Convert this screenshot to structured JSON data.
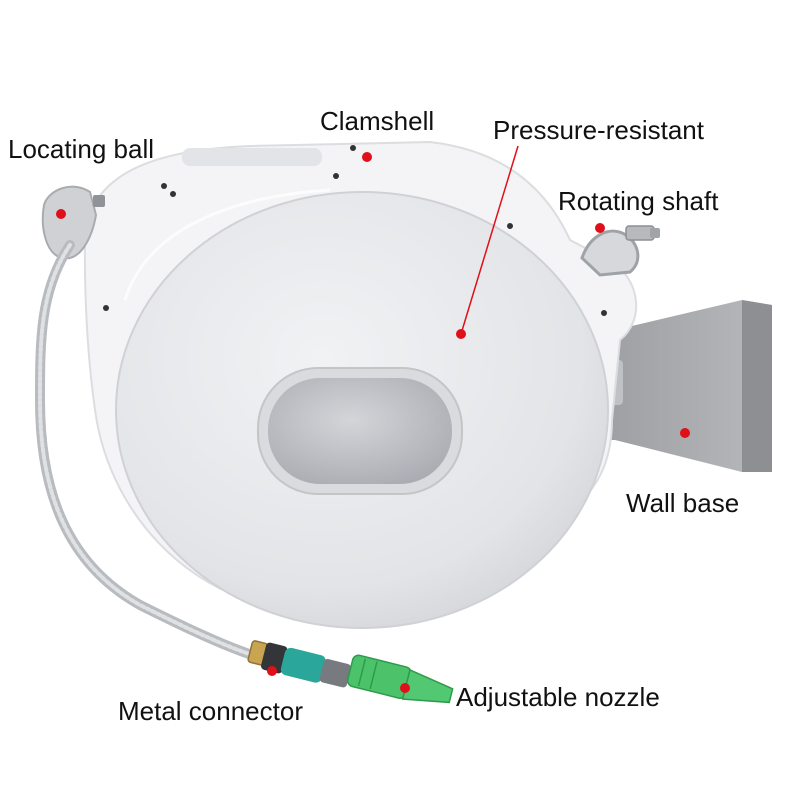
{
  "labels": {
    "locating_ball": "Locating ball",
    "clamshell": "Clamshell",
    "pressure_resistant": "Pressure-resistant",
    "rotating_shaft": "Rotating shaft",
    "wall_base": "Wall base",
    "metal_connector": "Metal connector",
    "adjustable_nozzle": "Adjustable nozzle"
  },
  "colors": {
    "marker": "#e0101a",
    "housing": "#f3f3f5",
    "cover": "#e6e7ea",
    "window": "#b9bcc1",
    "wall_base": "#a9abae",
    "connector": "#2aa79a",
    "nozzle": "#4cc26b"
  }
}
